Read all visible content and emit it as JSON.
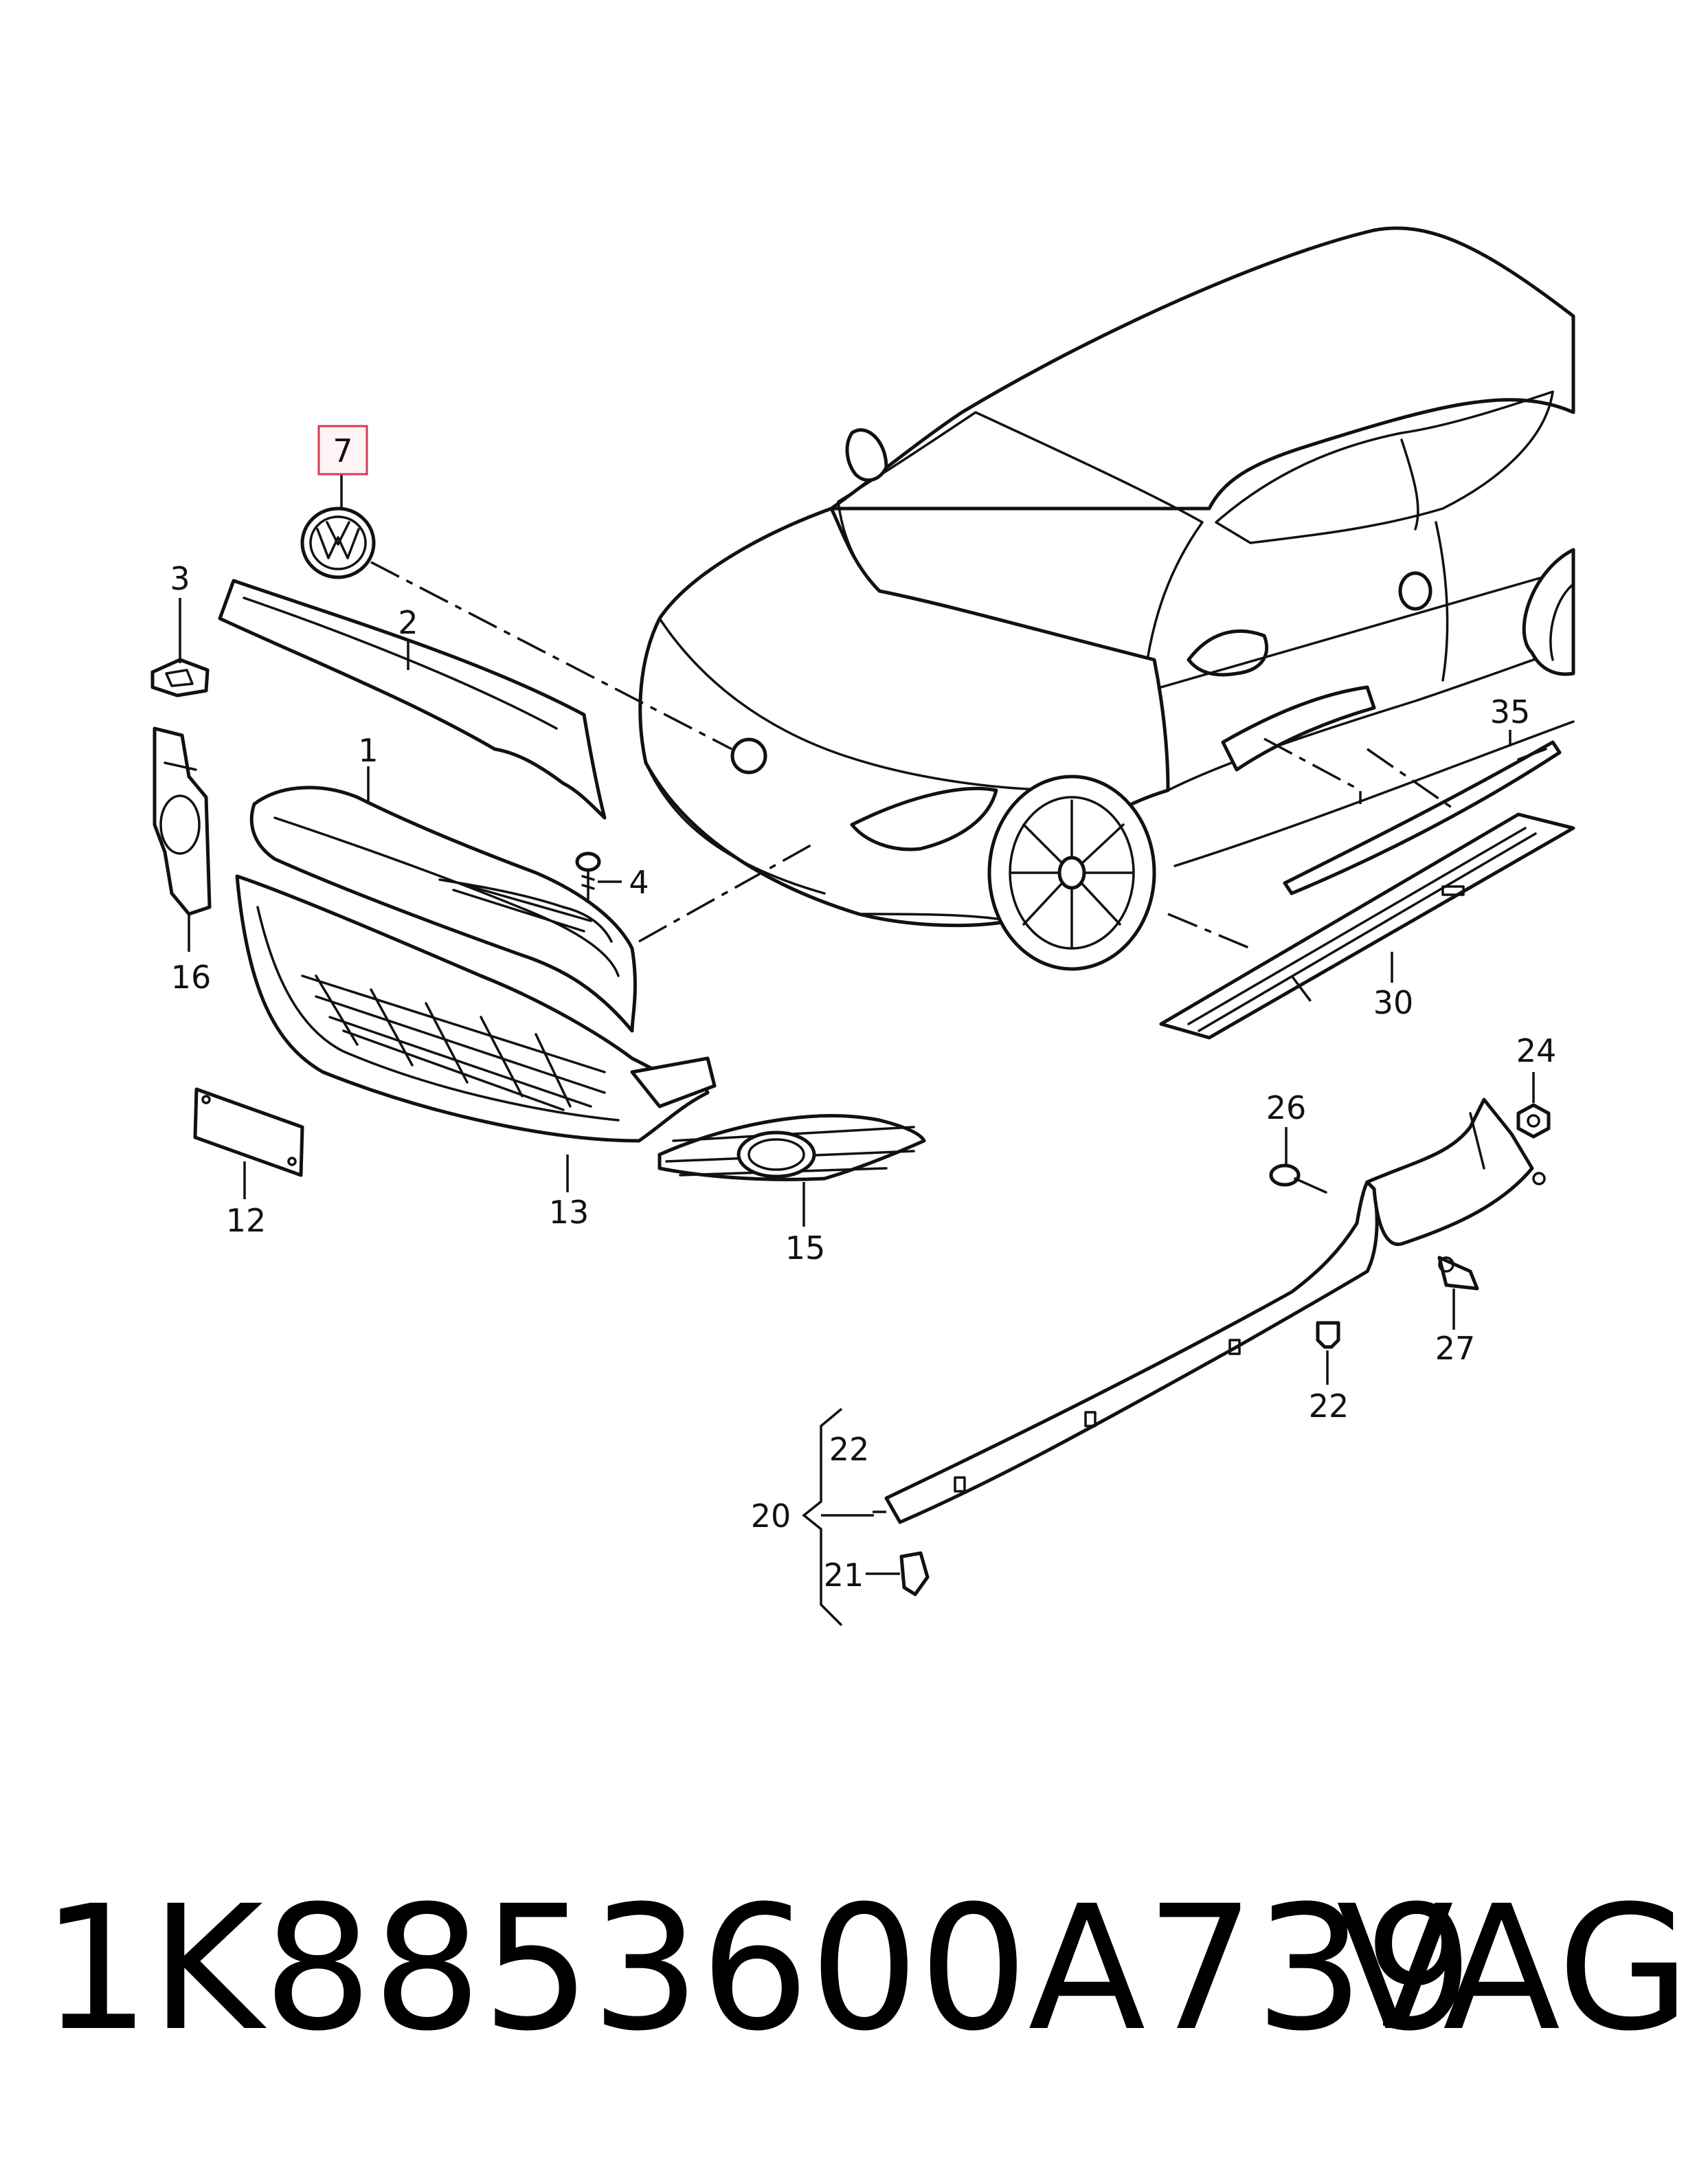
{
  "diagram": {
    "highlight_color": "#d63a55",
    "highlighted_callout": "7",
    "callouts": {
      "c1": "1",
      "c2": "2",
      "c3": "3",
      "c4": "4",
      "c7": "7",
      "c12": "12",
      "c13": "13",
      "c15": "15",
      "c16": "16",
      "c20": "20",
      "c21": "21",
      "c22a": "22",
      "c22b": "22",
      "c24": "24",
      "c26": "26",
      "c27": "27",
      "c30": "30",
      "c35": "35"
    }
  },
  "footer": {
    "part_number": "1K8853600A739",
    "brand": "VAG"
  }
}
